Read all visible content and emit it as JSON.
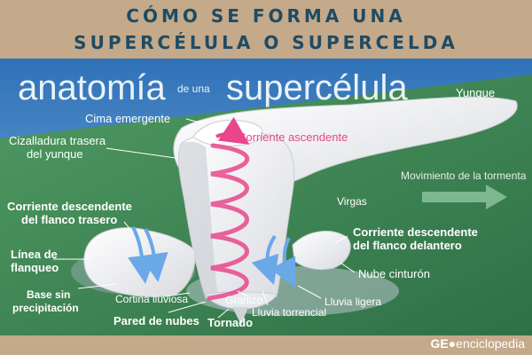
{
  "header": {
    "title_line1": "CÓMO SE FORMA UNA",
    "title_line2": "SUPERCÉLULA  O SUPERCELDA"
  },
  "heading": {
    "part1": "anatomía",
    "part2": "de una",
    "part3": "supercélula"
  },
  "labels": {
    "yunque": "Yunque",
    "cima": "Cima emergente",
    "cizalladura_1": "Cizalladura trasera",
    "cizalladura_2": "del yunque",
    "corriente_ascendente": "Corriente ascendente",
    "movimiento": "Movimiento de la tormenta",
    "virgas": "Virgas",
    "desc_trasero_1": "Corriente descendente",
    "desc_trasero_2": "del flanco trasero",
    "desc_delantero_1": "Corriente descendente",
    "desc_delantero_2": "del flanco delantero",
    "linea_1": "Línea de",
    "linea_2": "flanqueo",
    "nube_cinturon": "Nube cinturón",
    "base_1": "Base sin",
    "base_2": "precipitación",
    "cortina": "Cortina lluviosa",
    "granizo": "Granizo",
    "lluvia_torrencial": "Lluvia torrencial",
    "lluvia_ligera": "Lluvia ligera",
    "pared": "Pared de nubes",
    "tornado": "Tornado"
  },
  "footer": {
    "brand_geo": "GE",
    "brand_rest": "enciclopedia"
  },
  "colors": {
    "sky": "#3f7fc0",
    "ground": "#3f8a55",
    "cloud": "#f2f2f2",
    "updraft": "#e8478b",
    "downdraft": "#6aa8e8",
    "title": "#1f4b63",
    "band": "#c4a98a"
  }
}
